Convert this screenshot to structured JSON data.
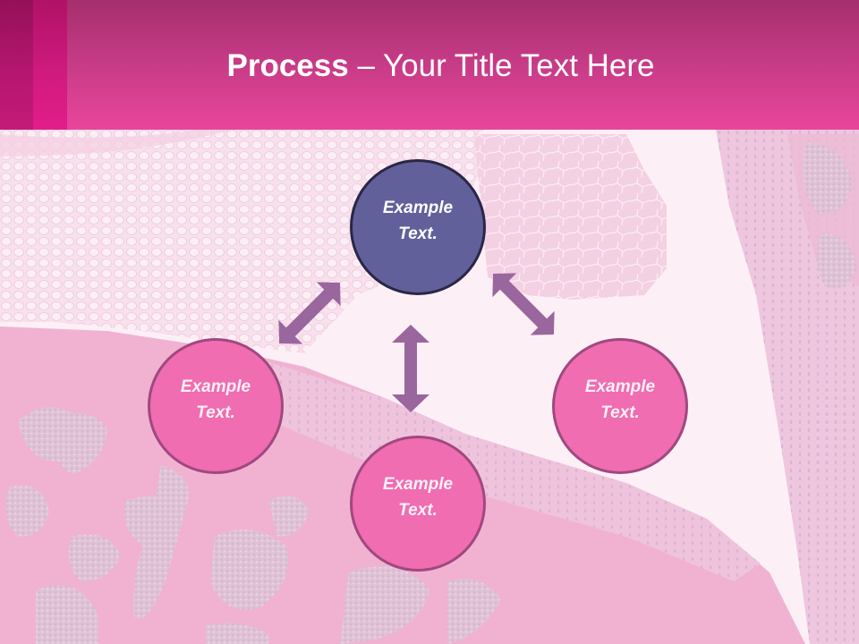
{
  "slide": {
    "title_bold": "Process",
    "title_rest": " – Your Title Text Here"
  },
  "colors": {
    "header_top": "#a52f6d",
    "header_bottom": "#e8469a",
    "accent_bar_dark": "#b41670",
    "accent_bar_bright": "#e21d8a",
    "background": "#fcf0f6",
    "node_primary_fill": "#62609a",
    "node_primary_border": "#2a2646",
    "node_secondary_fill": "#ef6db0",
    "node_secondary_border": "#a0487f",
    "arrow": "#9a669e"
  },
  "diagram": {
    "nodes": [
      {
        "id": "top",
        "label_line1": "Example",
        "label_line2": "Text."
      },
      {
        "id": "left",
        "label_line1": "Example",
        "label_line2": "Text."
      },
      {
        "id": "bottom",
        "label_line1": "Example",
        "label_line2": "Text."
      },
      {
        "id": "right",
        "label_line1": "Example",
        "label_line2": "Text."
      }
    ],
    "arrows": [
      {
        "from": "top",
        "to": "left",
        "type": "double-headed"
      },
      {
        "from": "top",
        "to": "bottom",
        "type": "double-headed"
      },
      {
        "from": "top",
        "to": "right",
        "type": "double-headed"
      }
    ]
  }
}
